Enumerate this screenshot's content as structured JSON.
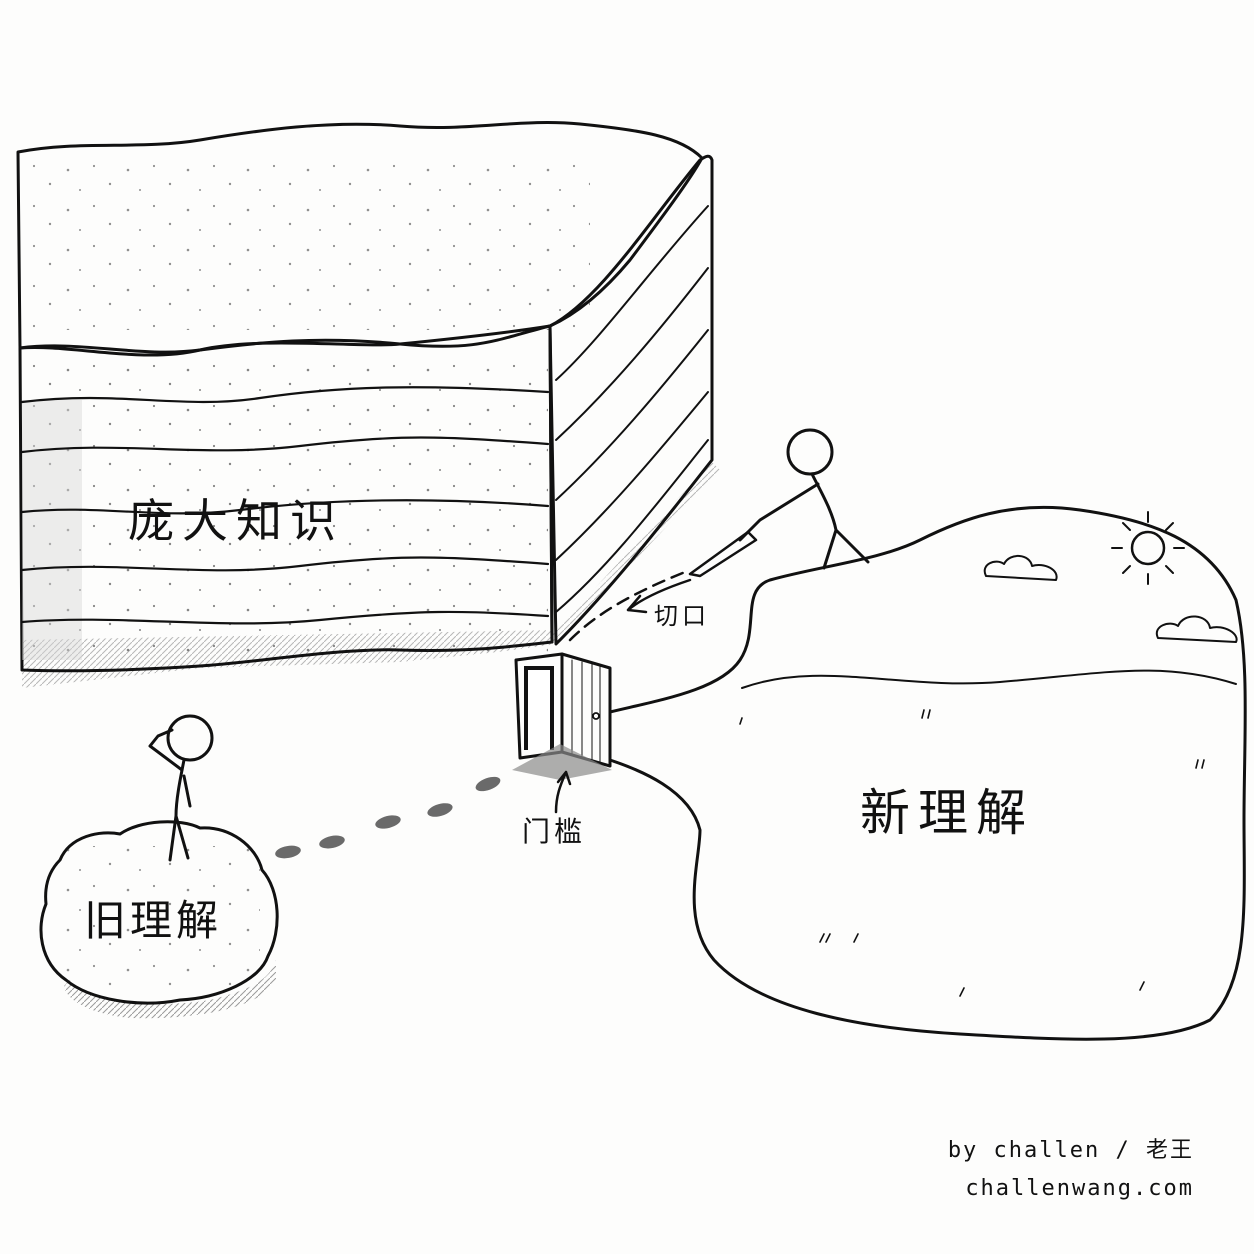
{
  "labels": {
    "knowledge": "庞大知识",
    "cut": "切口",
    "threshold": "门槛",
    "new_understanding": "新理解",
    "old_understanding": "旧理解"
  },
  "credit": {
    "author": "by challen / 老王",
    "site": "challenwang.com"
  },
  "colors": {
    "ink": "#111111",
    "paper": "#fdfdfc",
    "shade": "#bdbdbd"
  }
}
